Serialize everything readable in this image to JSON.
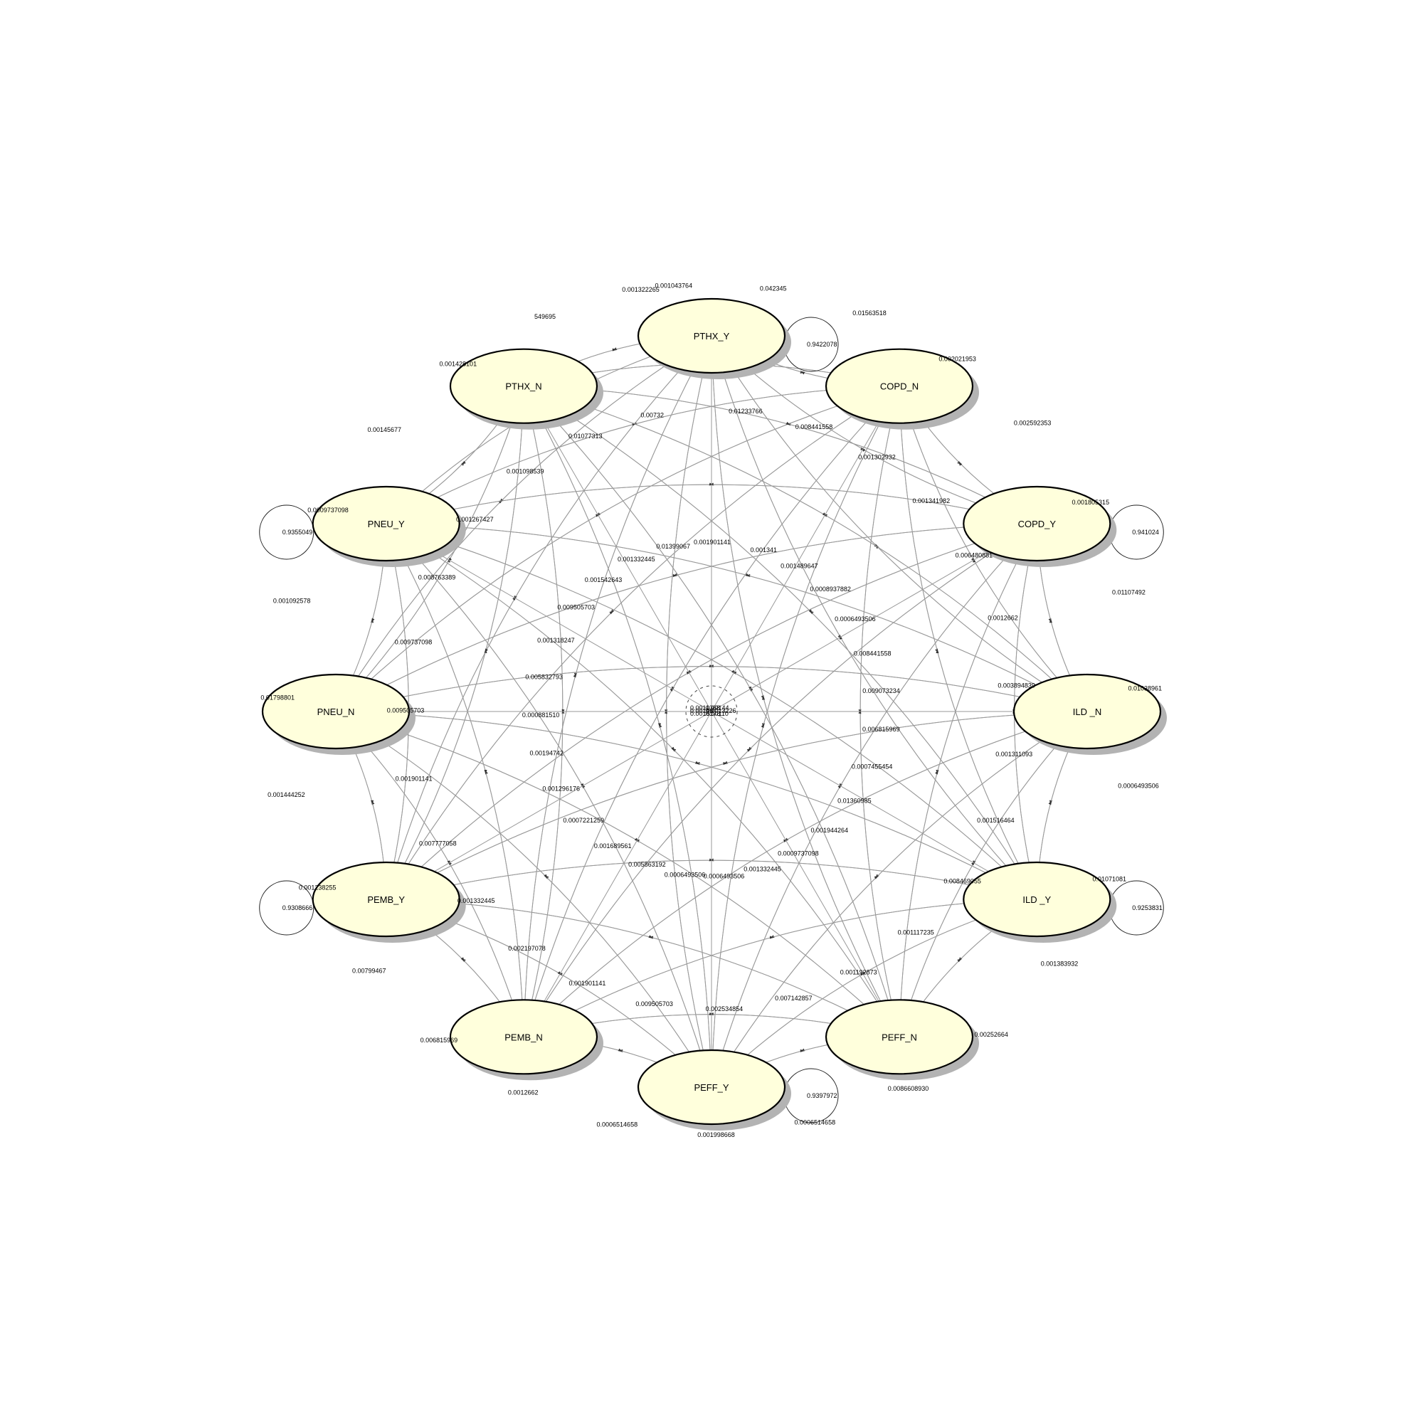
{
  "nodes": [
    {
      "id": "PTHX_Y",
      "label": "PTHX_Y"
    },
    {
      "id": "COPD_N",
      "label": "COPD_N"
    },
    {
      "id": "COPD_Y",
      "label": "COPD_Y"
    },
    {
      "id": "ILD_N",
      "label": "ILD _N"
    },
    {
      "id": "ILD_Y",
      "label": "ILD _Y"
    },
    {
      "id": "PEFF_N",
      "label": "PEFF_N"
    },
    {
      "id": "PEFF_Y",
      "label": "PEFF_Y"
    },
    {
      "id": "PEMB_N",
      "label": "PEMB_N"
    },
    {
      "id": "PEMB_Y",
      "label": "PEMB_Y"
    },
    {
      "id": "PNEU_N",
      "label": "PNEU_N"
    },
    {
      "id": "PNEU_Y",
      "label": "PNEU_Y"
    },
    {
      "id": "PTHX_N",
      "label": "PTHX_N"
    }
  ],
  "self_loops": [
    {
      "node": "PTHX_Y",
      "value": "0.9422078"
    },
    {
      "node": "COPD_Y",
      "value": "0.941024"
    },
    {
      "node": "ILD_Y",
      "value": "0.9253831"
    },
    {
      "node": "PEFF_Y",
      "value": "0.9397972"
    },
    {
      "node": "PEMB_Y",
      "value": "0.9308666"
    },
    {
      "node": "PNEU_Y",
      "value": "0.9355049"
    }
  ],
  "edge_labels": [
    "0.001043764",
    "0.01233766",
    "0.001341",
    "0.042345",
    "0.008441558",
    "0.001489647",
    "0.01563518",
    "0.001302932",
    "0.0008937882",
    "0.002021953",
    "0.001341982",
    "0.0006493506",
    "0.002592353",
    "0.006480881",
    "0.008441558",
    "0.001805315",
    "0.0012662",
    "0.009073234",
    "0.01107492",
    "0.003894839",
    "0.006815969",
    "0.01038961",
    "0.001311093",
    "0.0007455454",
    "0.0006493506",
    "0.001516464",
    "0.01360985",
    "0.01071081",
    "0.008469055",
    "0.001944264",
    "0.001383932",
    "0.001117235",
    "0.0009737098",
    "0.00252664",
    "0.001192873",
    "0.001332445",
    "0.0086608930",
    "0.007142857",
    "0.0006493506",
    "0.0006514658",
    "0.002534854",
    "0.0006493506",
    "0.001998668",
    "0.009505703",
    "0.005863192",
    "0.0006514658",
    "0.001901141",
    "0.001689561",
    "0.0012662",
    "0.002197078",
    "0.0007221259",
    "0.006815969",
    "0.001332445",
    "0.001296176",
    "0.00799467",
    "0.007777058",
    "0.00194742",
    "0.001238255",
    "0.001901141",
    "0.000881510",
    "0.001444252",
    "0.009505703",
    "0.005832793",
    "0.01798801",
    "0.009737098",
    "0.001318247",
    "0.001092578",
    "0.008763389",
    "0.009505703",
    "0.0009737098",
    "0.001267427",
    "0.001542643",
    "0.00145677",
    "0.001098539",
    "0.001332445",
    "0.001428101",
    "0.01077313",
    "0.01399067",
    "549695",
    "0.00732",
    "0.001901141",
    "0.001322265"
  ],
  "hub_labels": [
    "0.0011368",
    "0.0013226",
    "0.0015178",
    "0.00144",
    "0.00196",
    "0.00110"
  ]
}
